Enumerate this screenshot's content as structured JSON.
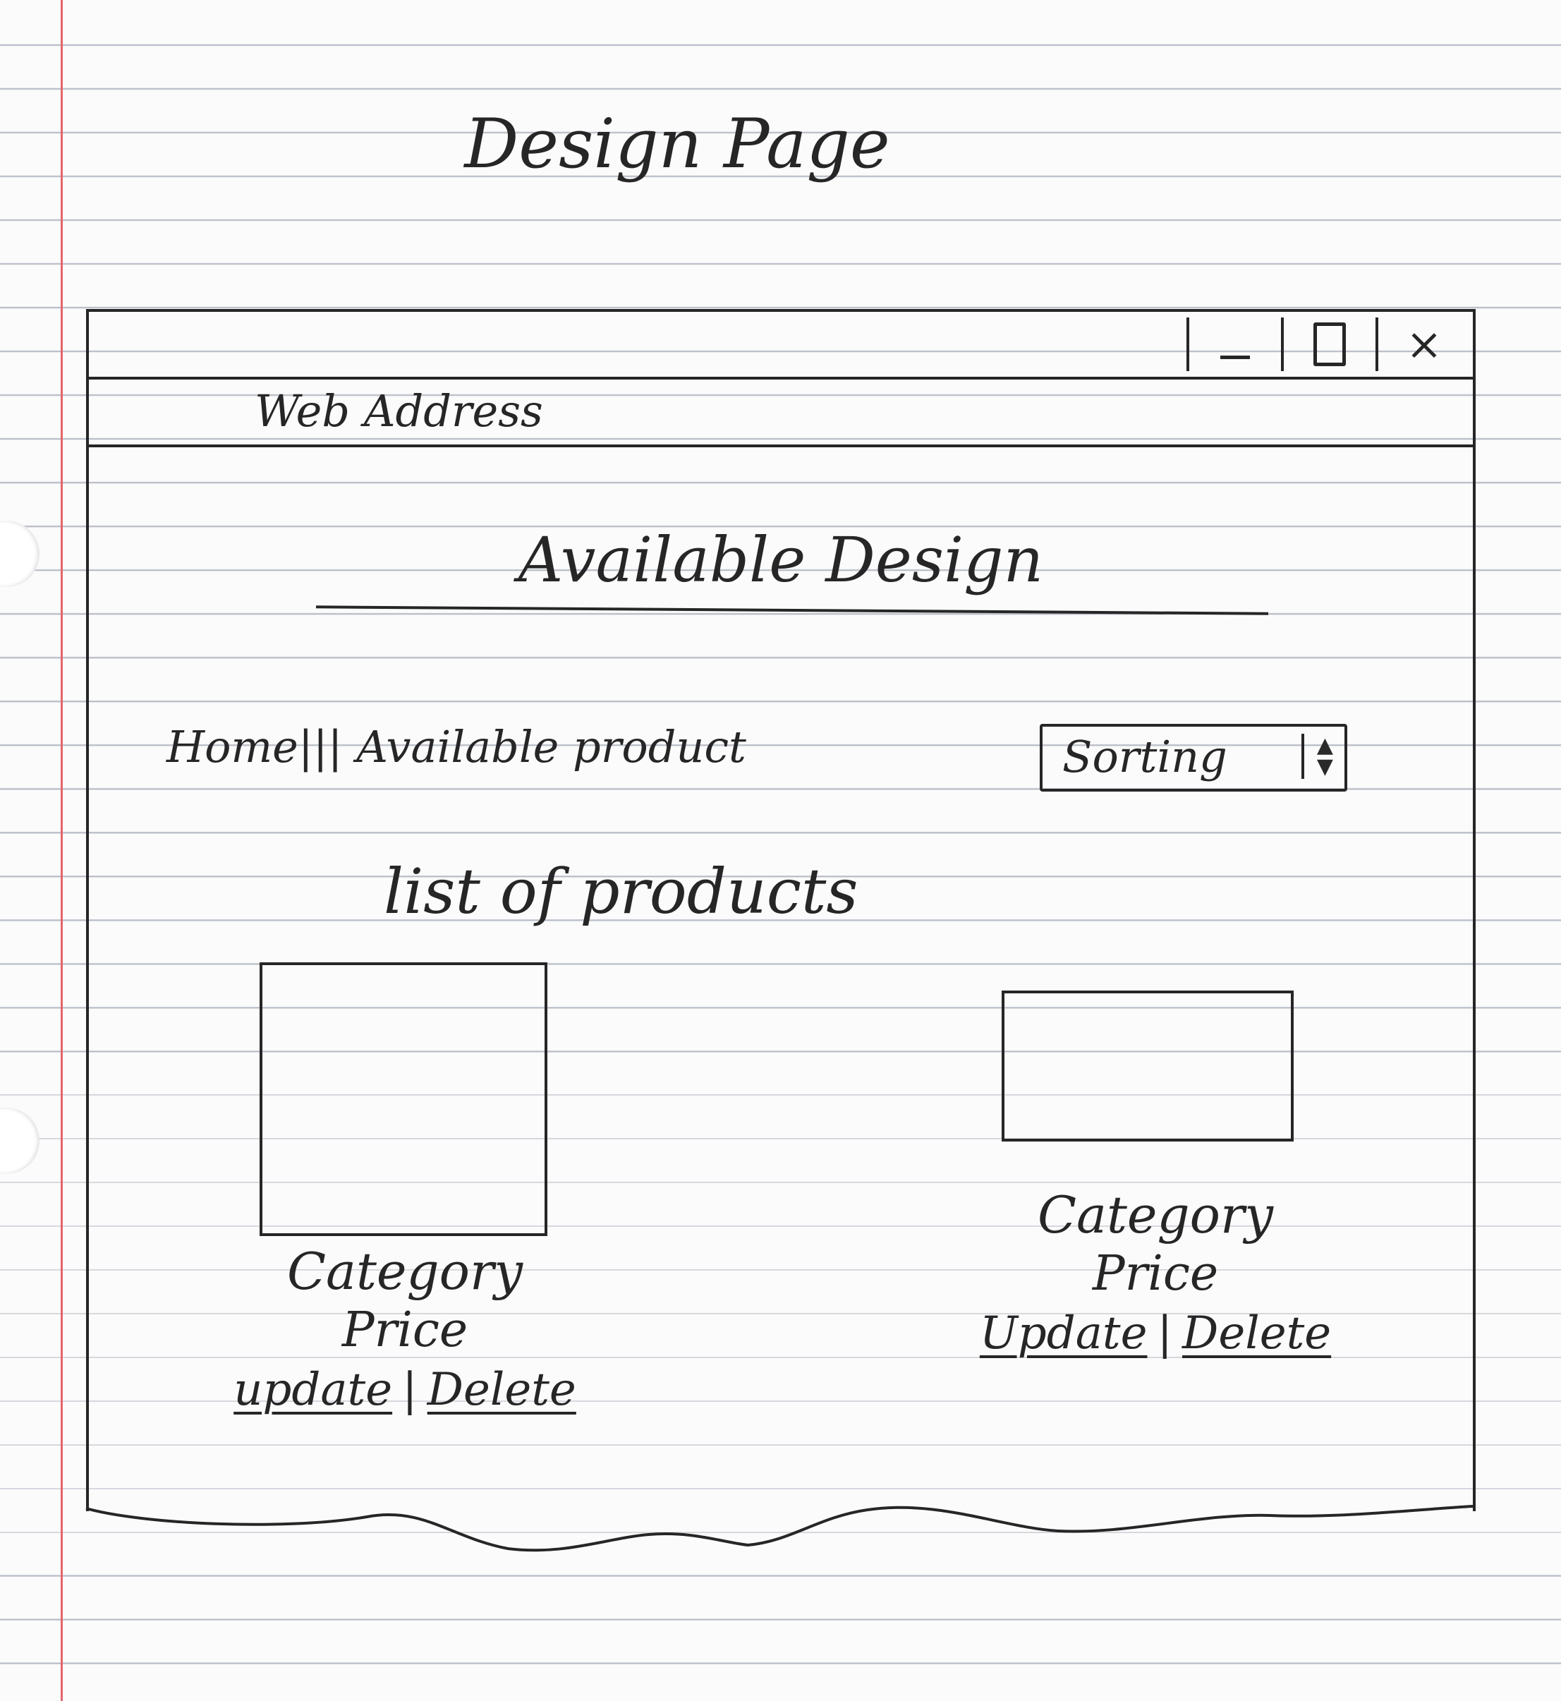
{
  "page_title": "Design Page",
  "browser": {
    "address_bar_text": "Web Address"
  },
  "content": {
    "title": "Available Design",
    "breadcrumb": "Home||| Available product",
    "sort": {
      "label": "Sorting"
    },
    "section_heading": "list of products",
    "products": [
      {
        "category": "Category",
        "price": "Price",
        "update_label": "update",
        "delete_label": "Delete"
      },
      {
        "category": "Category",
        "price": "Price",
        "update_label": "Update",
        "delete_label": "Delete"
      }
    ]
  }
}
